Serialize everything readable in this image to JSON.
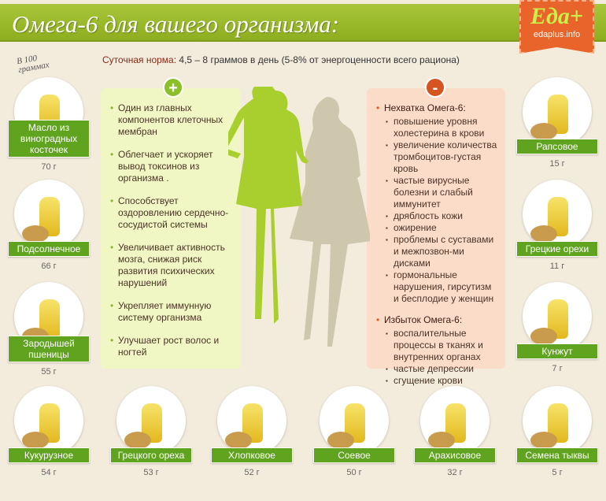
{
  "title": "Омега-6 для вашего организма:",
  "logo": {
    "brand": "Еда+",
    "url": "edaplus.info"
  },
  "per100": "В 100 граммах",
  "norm": {
    "label": "Суточная норма:",
    "text": "4,5 – 8 граммов в день (5-8% от энергоценности всего рациона)"
  },
  "pros": {
    "badge": "+",
    "items": [
      "Один из главных компонентов клеточных мембран",
      "Облегчает и ускоряет вывод токсинов из организма .",
      "Способствует оздоровлению сердечно-сосудистой системы",
      "Увеличивает активность мозга, снижая риск развития психических нарушений",
      "Укрепляет иммунную систему организма",
      "Улучшает рост волос и ногтей"
    ]
  },
  "cons": {
    "badge": "-",
    "deficit": {
      "title": "Нехватка Омега-6:",
      "items": [
        "повышение уровня холестерина в крови",
        "увеличение количества тромбоцитов-густая кровь",
        "частые вирусные болезни и слабый иммунитет",
        "дряблость кожи",
        "ожирение",
        "проблемы с суставами и межпозвон-ми дисками",
        "гормональные нарушения, гирсутизм и бесплодие у женщин"
      ]
    },
    "excess": {
      "title": "Избыток Омега-6:",
      "items": [
        "воспалительные процессы в тканях и внутренних органах",
        "частые депрессии",
        "сгущение крови"
      ]
    }
  },
  "foods": [
    {
      "name": "Масло из виноградных косточек",
      "value": "70 г"
    },
    {
      "name": "Подсолнечное",
      "value": "66 г"
    },
    {
      "name": "Зародышей пшеницы",
      "value": "55 г"
    },
    {
      "name": "Рапсовое",
      "value": "15 г"
    },
    {
      "name": "Грецкие орехи",
      "value": "11 г"
    },
    {
      "name": "Кунжут",
      "value": "7 г"
    },
    {
      "name": "Кукурузное",
      "value": "54 г"
    },
    {
      "name": "Грецкого ореха",
      "value": "53 г"
    },
    {
      "name": "Хлопковое",
      "value": "52 г"
    },
    {
      "name": "Соевое",
      "value": "50 г"
    },
    {
      "name": "Арахисовое",
      "value": "32 г"
    },
    {
      "name": "Семена тыквы",
      "value": "5 г"
    }
  ]
}
